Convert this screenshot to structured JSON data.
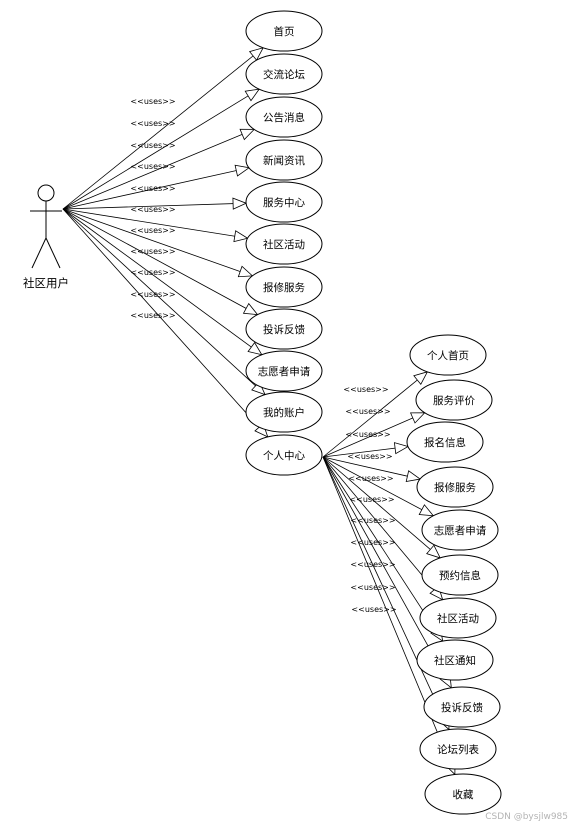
{
  "actor": {
    "label": "社区用户"
  },
  "relation_label": "<<uses>>",
  "main_use_cases": [
    "首页",
    "交流论坛",
    "公告消息",
    "新闻资讯",
    "服务中心",
    "社区活动",
    "报修服务",
    "投诉反馈",
    "志愿者申请",
    "我的账户",
    "个人中心"
  ],
  "sub_use_cases": [
    "个人首页",
    "服务评价",
    "报名信息",
    "报修服务",
    "志愿者申请",
    "预约信息",
    "社区活动",
    "社区通知",
    "投诉反馈",
    "论坛列表",
    "收藏"
  ],
  "watermark": "CSDN @bysjlw985"
}
